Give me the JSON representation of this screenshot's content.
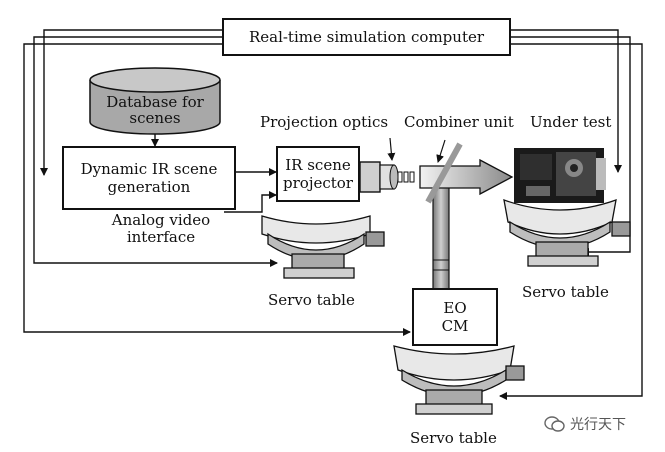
{
  "diagram": {
    "computer_label": "Real-time simulation computer",
    "database_label": "Database for\nscenes",
    "scene_gen_label": "Dynamic IR scene\ngeneration",
    "projector_label": "IR scene\nprojector",
    "eocm_label": "EO\nCM",
    "projection_optics_label": "Projection optics",
    "combiner_label": "Combiner unit",
    "under_test_label": "Under test",
    "analog_label": "Analog video\ninterface",
    "servo_table_1": "Servo table",
    "servo_table_2": "Servo table",
    "servo_table_3": "Servo table"
  },
  "watermark": {
    "text": "光行天下",
    "icon": "wechat-icon"
  }
}
